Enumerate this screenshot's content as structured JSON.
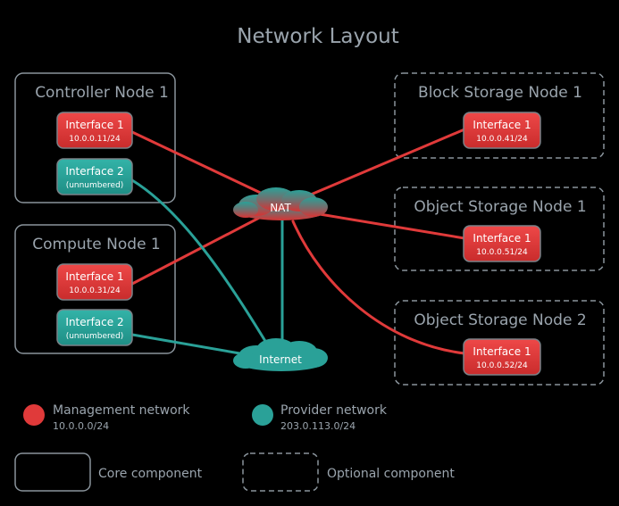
{
  "title": "Network Layout",
  "colors": {
    "management": "#e03a3a",
    "provider": "#2aa198",
    "box_border": "#8a949c",
    "text": "#9aa4ad"
  },
  "nodes": {
    "controller": {
      "title": "Controller Node 1",
      "border": "solid"
    },
    "compute": {
      "title": "Compute Node 1",
      "border": "solid"
    },
    "block_storage": {
      "title": "Block Storage Node 1",
      "border": "dashed"
    },
    "object_storage_1": {
      "title": "Object Storage Node 1",
      "border": "dashed"
    },
    "object_storage_2": {
      "title": "Object Storage Node 2",
      "border": "dashed"
    }
  },
  "interfaces": {
    "controller_if1": {
      "label": "Interface 1",
      "address": "10.0.0.11/24",
      "network": "management"
    },
    "controller_if2": {
      "label": "Interface 2",
      "address": "(unnumbered)",
      "network": "provider"
    },
    "compute_if1": {
      "label": "Interface 1",
      "address": "10.0.0.31/24",
      "network": "management"
    },
    "compute_if2": {
      "label": "Interface 2",
      "address": "(unnumbered)",
      "network": "provider"
    },
    "block_if1": {
      "label": "Interface 1",
      "address": "10.0.0.41/24",
      "network": "management"
    },
    "object1_if1": {
      "label": "Interface 1",
      "address": "10.0.0.51/24",
      "network": "management"
    },
    "object2_if1": {
      "label": "Interface 1",
      "address": "10.0.0.52/24",
      "network": "management"
    }
  },
  "clouds": {
    "nat": {
      "label": "NAT"
    },
    "internet": {
      "label": "Internet"
    }
  },
  "legend": {
    "management": {
      "label": "Management network",
      "subnet": "10.0.0.0/24"
    },
    "provider": {
      "label": "Provider network",
      "subnet": "203.0.113.0/24"
    },
    "core": {
      "label": "Core component"
    },
    "optional": {
      "label": "Optional component"
    }
  }
}
